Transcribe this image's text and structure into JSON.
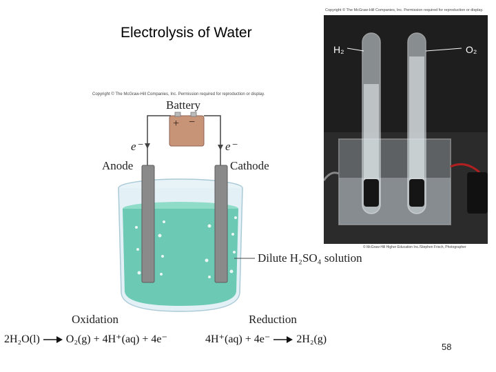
{
  "slide": {
    "title": "Electrolysis of Water",
    "page_number": "58"
  },
  "diagram": {
    "copyright": "Copyright © The McGraw-Hill Companies, Inc. Permission required for reproduction or display.",
    "battery_label": "Battery",
    "plus": "+",
    "minus": "−",
    "electron_left": "e⁻",
    "electron_right": "e⁻",
    "anode_label": "Anode",
    "cathode_label": "Cathode",
    "solution_label": "Dilute H₂SO₄ solution",
    "oxidation_label": "Oxidation",
    "reduction_label": "Reduction",
    "oxidation_equation": {
      "left": "2H₂O(l)",
      "right": "O₂(g) + 4H⁺(aq) + 4e⁻"
    },
    "reduction_equation": {
      "left": "4H⁺(aq) + 4e⁻",
      "right": "2H₂(g)"
    }
  },
  "photo": {
    "copyright": "Copyright © The McGraw-Hill Companies, Inc. Permission required for reproduction or display.",
    "h2_label": "H₂",
    "o2_label": "O₂",
    "credit": "© McGraw-Hill Higher Education Inc./Stephen Frisch, Photographer"
  },
  "colors": {
    "solution": "#6cc9b4",
    "beaker_glass": "#d8ecf4",
    "electrode": "#8a8a8a",
    "battery": "#c89478",
    "photo_bg": "#1e1e1e"
  }
}
